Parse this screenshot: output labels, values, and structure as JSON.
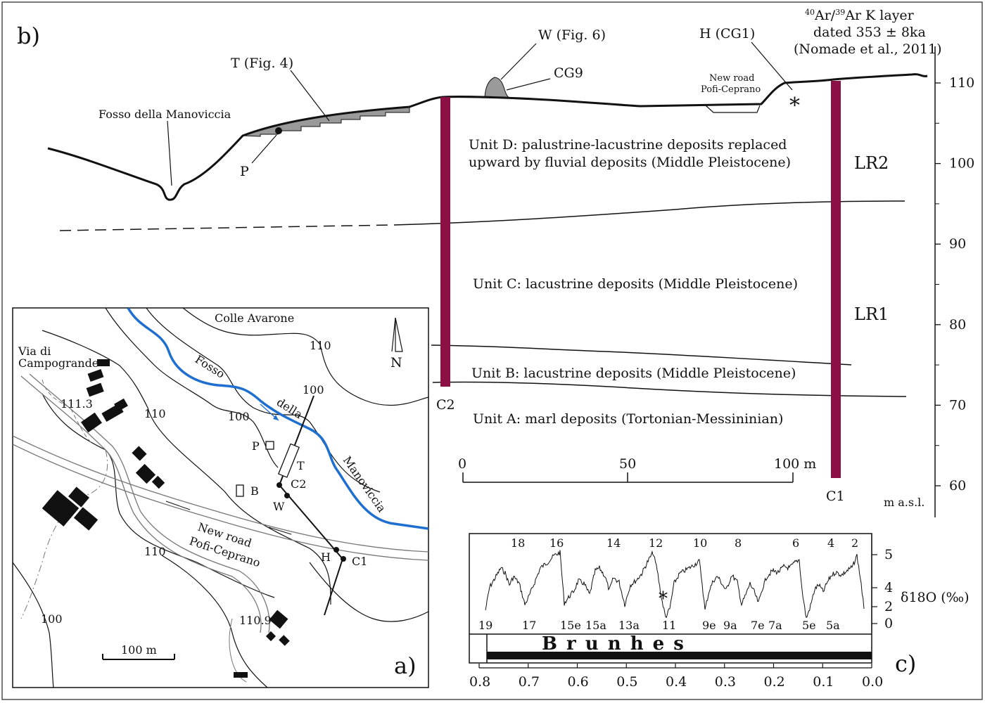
{
  "panel_labels": {
    "b": "b)",
    "a": "a)",
    "c": "c)"
  },
  "cross_section": {
    "feature_labels": {
      "fosso": "Fosso della Manoviccia",
      "T": "T (Fig. 4)",
      "W": "W (Fig. 6)",
      "CG9": "CG9",
      "H": "H (CG1)",
      "P": "P",
      "new_road_line1": "New road",
      "new_road_line2": "Pofi-Ceprano",
      "ar_line1": "Ar/",
      "ar_sup1": "40",
      "ar_sup2": "39",
      "ar_line1b": "Ar K layer",
      "ar_line2": "dated 353 ± 8ka",
      "ar_line3": "(Nomade et al., 2011)",
      "star": "*"
    },
    "units": {
      "D_line1": "Unit  D: palustrine-lacustrine deposits replaced",
      "D_line2": "upward by fluvial deposits (Middle Pleistocene)",
      "C": "Unit  C: lacustrine deposits (Middle Pleistocene)",
      "B": "Unit  B:  lacustrine deposits (Middle Pleistocene)",
      "A": "Unit  A: marl deposits (Tortonian-Messininian)"
    },
    "cores": {
      "C1": "C1",
      "C2": "C2",
      "LR1": "LR1",
      "LR2": "LR2",
      "core_color": "#8b1046"
    },
    "scale_bar": {
      "ticks": [
        "0",
        "50",
        "100 m"
      ]
    },
    "elevation_axis": {
      "ticks": [
        "110",
        "100",
        "90",
        "80",
        "70",
        "60"
      ],
      "unit": "m a.s.l."
    }
  },
  "map": {
    "labels": {
      "colle": "Colle Avarone",
      "via1": "Via di",
      "via2": "Campogrande",
      "spot1": "111.3",
      "spot2": "110.9",
      "c110a": "110",
      "c110b": "110",
      "c110c": "110",
      "c100a": "100",
      "c100b": "100",
      "c100c": "100",
      "fosso": "Fosso",
      "della": "della",
      "manoviccia": "Manoviccia",
      "north": "N",
      "P": "P",
      "T": "T",
      "B": "B",
      "C2": "C2",
      "W": "W",
      "H": "H",
      "C1": "C1",
      "road1": "New road",
      "road2": "Pofi-Ceprano",
      "scale": "100 m"
    },
    "river_color": "#1f6fd1"
  },
  "isotope_chart": {
    "peak_labels_top": [
      "18",
      "16",
      "14",
      "12",
      "10",
      "8",
      "6",
      "4",
      "2"
    ],
    "trough_labels_bottom": [
      "19",
      "17",
      "15e",
      "15a",
      "13a",
      "11",
      "9e",
      "9a",
      "7e",
      "7a",
      "5e",
      "5a"
    ],
    "y_ticks": [
      "5",
      "4",
      "2",
      "0"
    ],
    "y_label": "δ18O (‰)",
    "x_ticks": [
      "0.8",
      "0.7",
      "0.6",
      "0.5",
      "0.4",
      "0.3",
      "0.2",
      "0.1",
      "0.0"
    ],
    "brunhes": "B r u n h e s",
    "star": "*"
  }
}
